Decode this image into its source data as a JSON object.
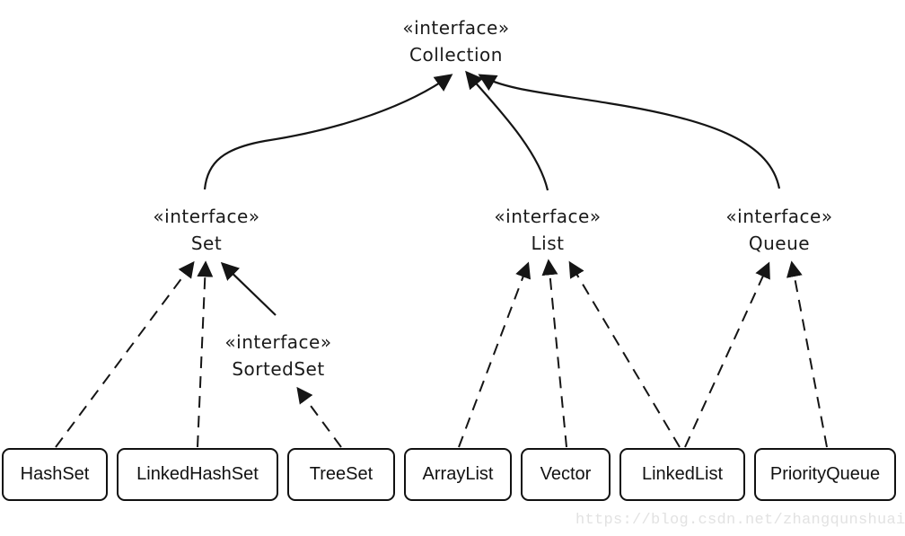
{
  "diagram": {
    "interfaces": {
      "collection": {
        "stereotype": "«interface»",
        "name": "Collection"
      },
      "set": {
        "stereotype": "«interface»",
        "name": "Set"
      },
      "list": {
        "stereotype": "«interface»",
        "name": "List"
      },
      "queue": {
        "stereotype": "«interface»",
        "name": "Queue"
      },
      "sortedset": {
        "stereotype": "«interface»",
        "name": "SortedSet"
      }
    },
    "classes": {
      "hashset": {
        "label": "HashSet"
      },
      "linkedhashset": {
        "label": "LinkedHashSet"
      },
      "treeset": {
        "label": "TreeSet"
      },
      "arraylist": {
        "label": "ArrayList"
      },
      "vector": {
        "label": "Vector"
      },
      "linkedlist": {
        "label": "LinkedList"
      },
      "priorityqueue": {
        "label": "PriorityQueue"
      }
    },
    "edges": [
      {
        "from": "Set",
        "to": "Collection",
        "style": "solid"
      },
      {
        "from": "List",
        "to": "Collection",
        "style": "solid"
      },
      {
        "from": "Queue",
        "to": "Collection",
        "style": "solid"
      },
      {
        "from": "SortedSet",
        "to": "Set",
        "style": "solid"
      },
      {
        "from": "HashSet",
        "to": "Set",
        "style": "dashed"
      },
      {
        "from": "LinkedHashSet",
        "to": "Set",
        "style": "dashed"
      },
      {
        "from": "TreeSet",
        "to": "SortedSet",
        "style": "dashed"
      },
      {
        "from": "ArrayList",
        "to": "List",
        "style": "dashed"
      },
      {
        "from": "Vector",
        "to": "List",
        "style": "dashed"
      },
      {
        "from": "LinkedList",
        "to": "List",
        "style": "dashed"
      },
      {
        "from": "LinkedList",
        "to": "Queue",
        "style": "dashed"
      },
      {
        "from": "PriorityQueue",
        "to": "Queue",
        "style": "dashed"
      }
    ],
    "watermark": "https://blog.csdn.net/zhangqunshuai",
    "colors": {
      "background": "#ffffff",
      "line": "#151515",
      "box_border": "#111111",
      "box_fill": "#ffffff",
      "text": "#1a1a1a",
      "watermark": "#e2e2e2"
    }
  }
}
